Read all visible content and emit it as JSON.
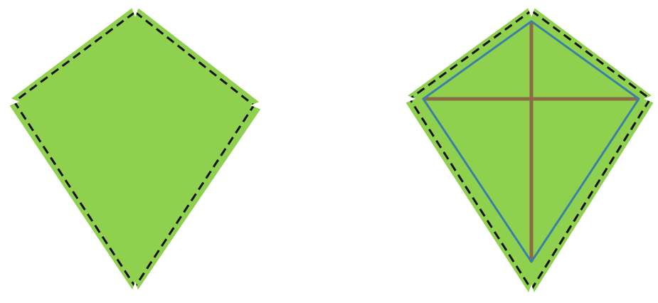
{
  "colors": {
    "background": "#ffffff",
    "kite_fill": "#8fd14f",
    "dashed_outline": "#111111",
    "corner_notch": "#ffffff",
    "inner_outline": "#3a7fa8",
    "crossbar": "#8b6b45",
    "spine": "#8b6b45"
  },
  "figures": [
    {
      "name": "plain-kite",
      "parts": [
        "kite-body",
        "dashed-outline",
        "corner-notches"
      ]
    },
    {
      "name": "framed-kite",
      "parts": [
        "kite-body",
        "dashed-outline",
        "corner-notches",
        "inner-outline",
        "crossbar",
        "spine"
      ]
    }
  ]
}
